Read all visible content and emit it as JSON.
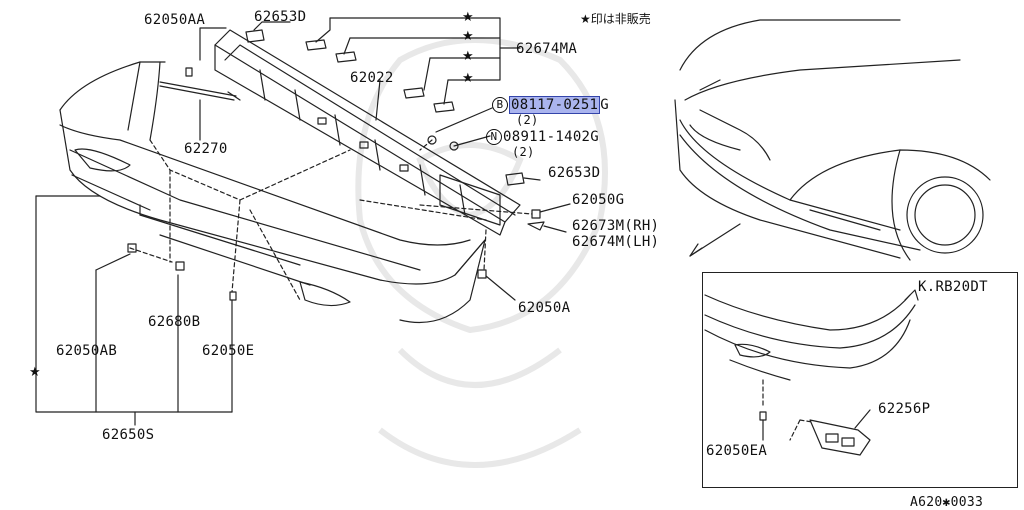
{
  "note": {
    "star": "★",
    "text": "印は非販売"
  },
  "stars": [
    "★",
    "★",
    "★",
    "★",
    "★",
    "★"
  ],
  "labels": {
    "p62050AA": "62050AA",
    "p62653D_top": "62653D",
    "p62674MA": "62674MA",
    "p62022": "62022",
    "p62270": "62270",
    "bolt_b_symbol": "B",
    "bolt_b_number": "08117-0251",
    "bolt_b_suffix": "G",
    "bolt_b_qty": "(2)",
    "nut_n_symbol": "N",
    "nut_n_number": "08911-1402G",
    "nut_n_qty": "(2)",
    "p62653D_mid": "62653D",
    "p62050G": "62050G",
    "p62673M": "62673M(RH)",
    "p62674M": "62674M(LH)",
    "p62050A": "62050A",
    "p62680B": "62680B",
    "p62050AB": "62050AB",
    "p62050E": "62050E",
    "p62650S": "62650S",
    "inset_model": "K.RB20DT",
    "p62256P": "62256P",
    "p62050EA": "62050EA",
    "figure_id": "A620✱0033"
  },
  "colors": {
    "line": "#222222",
    "highlight": "#aab4ee",
    "watermark": "#e6e6e6"
  }
}
